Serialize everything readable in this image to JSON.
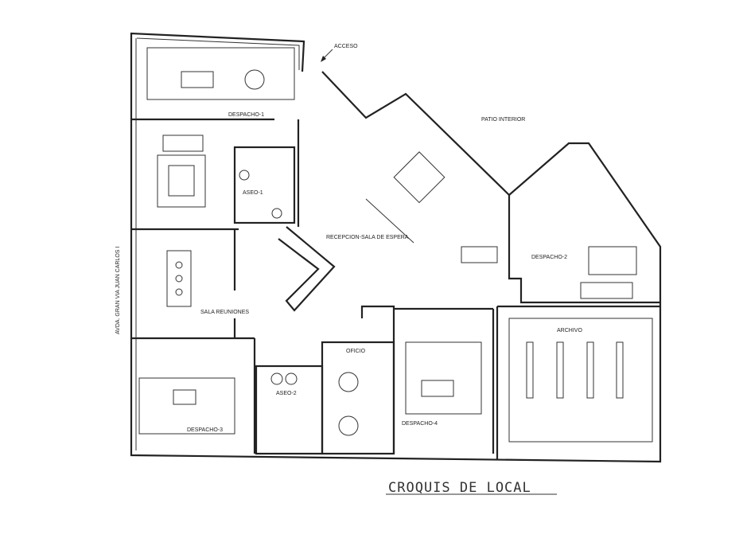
{
  "title": "CROQUIS DE LOCAL",
  "street": "AVDA. GRAN VIA JUAN CARLOS I",
  "labels": {
    "acceso": "ACCESO",
    "despacho1": "DESPACHO-1",
    "patio": "PATIO INTERIOR",
    "aseo1": "ASEO-1",
    "recepcion": "RECEPCION-SALA DE ESPERA",
    "despacho2": "DESPACHO-2",
    "sala_reuniones": "SALA REUNIONES",
    "archivo": "ARCHIVO",
    "oficio": "OFICIO",
    "aseo2": "ASEO-2",
    "despacho3": "DESPACHO-3",
    "despacho4": "DESPACHO-4"
  }
}
